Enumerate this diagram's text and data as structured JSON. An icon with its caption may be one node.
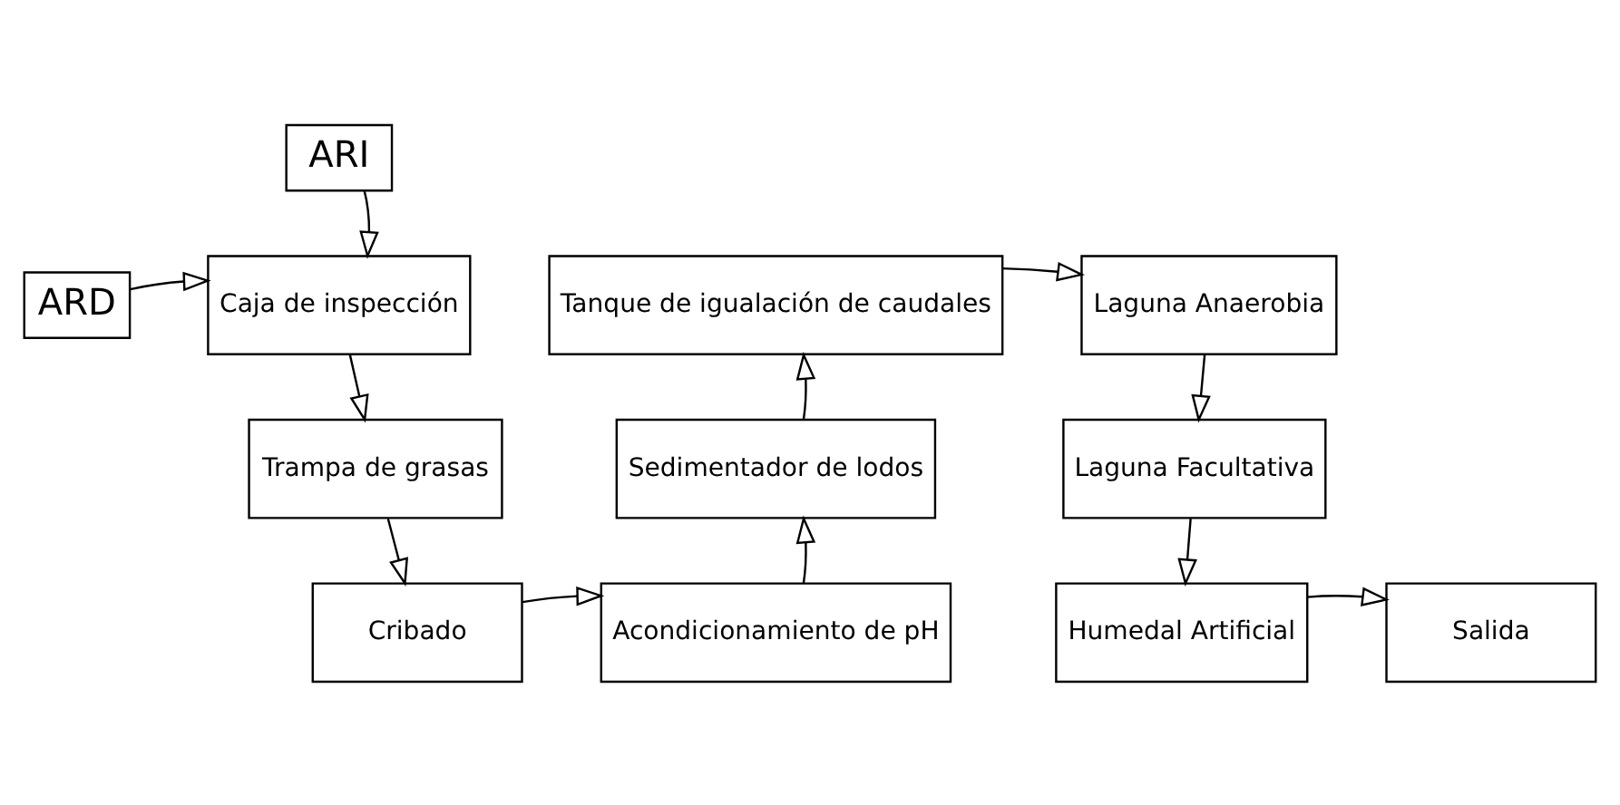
{
  "diagram": {
    "nodes": [
      {
        "text": [
          "ARI"
        ]
      },
      {
        "text": [
          "ARD"
        ]
      },
      {
        "text": [
          "Caja de inspección"
        ]
      },
      {
        "text": [
          "Trampa de grasas"
        ]
      },
      {
        "text": [
          "Cribado"
        ]
      },
      {
        "text": [
          "Acondicionamiento de pH"
        ]
      },
      {
        "text": [
          "Sedimentador de lodos"
        ]
      },
      {
        "text": [
          "Tanque de igualación de caudales"
        ]
      },
      {
        "text": [
          "Laguna Anaerobia"
        ]
      },
      {
        "text": [
          "Laguna Facultativa"
        ]
      },
      {
        "text": [
          "Humedal Artificial"
        ]
      },
      {
        "text": [
          "Salida"
        ]
      }
    ],
    "edges": [
      {
        "from": 0,
        "to": 2,
        "arrow": "to"
      },
      {
        "from": 1,
        "to": 2,
        "arrow": "to"
      },
      {
        "from": 2,
        "to": 3,
        "arrow": "to"
      },
      {
        "from": 3,
        "to": 4,
        "arrow": "to"
      },
      {
        "from": 4,
        "to": 5,
        "arrow": "to"
      },
      {
        "from": 5,
        "to": 6,
        "arrow": "to"
      },
      {
        "from": 6,
        "to": 7,
        "arrow": "to"
      },
      {
        "from": 7,
        "to": 8,
        "arrow": "to"
      },
      {
        "from": 8,
        "to": 9,
        "arrow": "to"
      },
      {
        "from": 9,
        "to": 10,
        "arrow": "to"
      },
      {
        "from": 10,
        "to": 11,
        "arrow": "to"
      }
    ]
  }
}
